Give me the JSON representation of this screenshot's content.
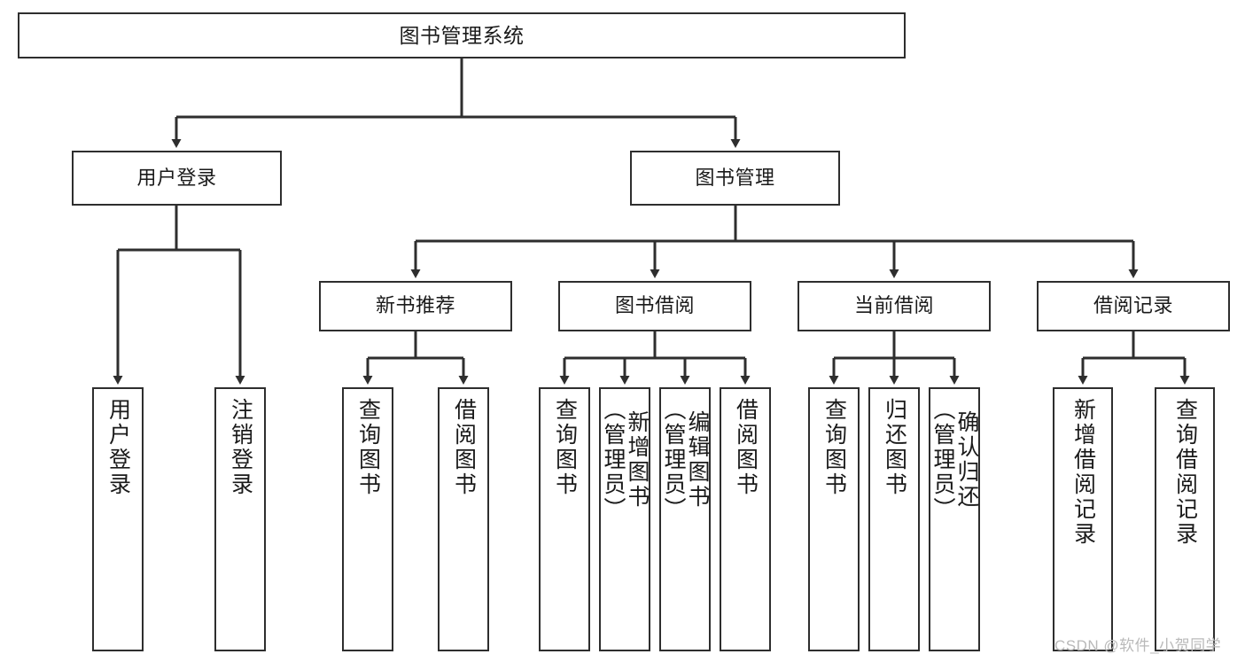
{
  "diagram": {
    "type": "tree",
    "title": "图书管理系统",
    "root": {
      "label": "图书管理系统"
    },
    "level2": [
      {
        "label": "用户登录"
      },
      {
        "label": "图书管理"
      }
    ],
    "level3": [
      {
        "label": "新书推荐"
      },
      {
        "label": "图书借阅"
      },
      {
        "label": "当前借阅"
      },
      {
        "label": "借阅记录"
      }
    ],
    "leaves": {
      "user_login": [
        {
          "label": "用户登录"
        },
        {
          "label": "注销登录"
        }
      ],
      "new_book": [
        {
          "label": "查询图书"
        },
        {
          "label": "借阅图书"
        }
      ],
      "book_borrow": [
        {
          "label": "查询图书"
        },
        {
          "label": "新增图书\n（管理员）"
        },
        {
          "label": "编辑图书\n（管理员）"
        },
        {
          "label": "借阅图书"
        }
      ],
      "current_borrow": [
        {
          "label": "查询图书"
        },
        {
          "label": "归还图书"
        },
        {
          "label": "确认归还\n（管理员）"
        }
      ],
      "borrow_record": [
        {
          "label": "新增借阅记录"
        },
        {
          "label": "查询借阅记录"
        }
      ]
    }
  },
  "watermark": {
    "text": "CSDN @软件_小贺同学"
  },
  "colors": {
    "stroke": "#2e2e2e",
    "fill": "#ffffff",
    "text": "#1a1a1a",
    "watermark": "#b9b9b9"
  }
}
